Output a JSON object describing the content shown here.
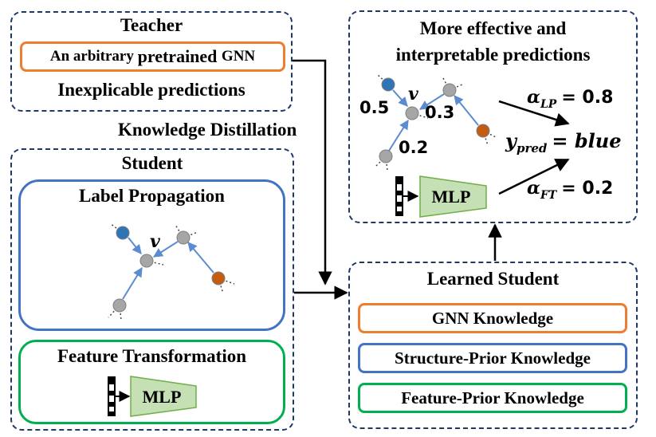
{
  "teacher": {
    "title": "Teacher",
    "model_label_prefix": "An arbitrary ",
    "model_label_mid": "pretrained ",
    "model_label_suffix": "GNN",
    "predictions": "Inexplicable predictions"
  },
  "distillation_label": "Knowledge Distillation",
  "student": {
    "title": "Student",
    "label_propagation": "Label Propagation",
    "node_label": "v",
    "feature_transformation": "Feature Transformation",
    "mlp_label": "MLP"
  },
  "output": {
    "title_line1": "More effective and",
    "title_line2": "interpretable predictions",
    "node_label": "v",
    "edge_weights": [
      "0.5",
      "0.3",
      "0.2"
    ],
    "alpha_lp_sym": "α",
    "alpha_lp_sub": "LP",
    "alpha_lp_val": "= 0.8",
    "y_sym": "y",
    "y_sub": "pred",
    "y_val": "= blue",
    "alpha_ft_sym": "α",
    "alpha_ft_sub": "FT",
    "alpha_ft_val": "= 0.2",
    "mlp_label": "MLP"
  },
  "learned_student": {
    "title": "Learned Student",
    "items": [
      "GNN Knowledge",
      "Structure-Prior Knowledge",
      "Feature-Prior Knowledge"
    ]
  },
  "colors": {
    "dashed_border": "#1f3864",
    "orange": "#ed7d31",
    "blue": "#4472c4",
    "green": "#00b050",
    "mlp_fill": "#c5e0b4",
    "node_blue": "#2e75b6",
    "node_orange": "#c55a11",
    "node_gray": "#a6a6a6",
    "edge_blue": "#5b8bd0"
  }
}
